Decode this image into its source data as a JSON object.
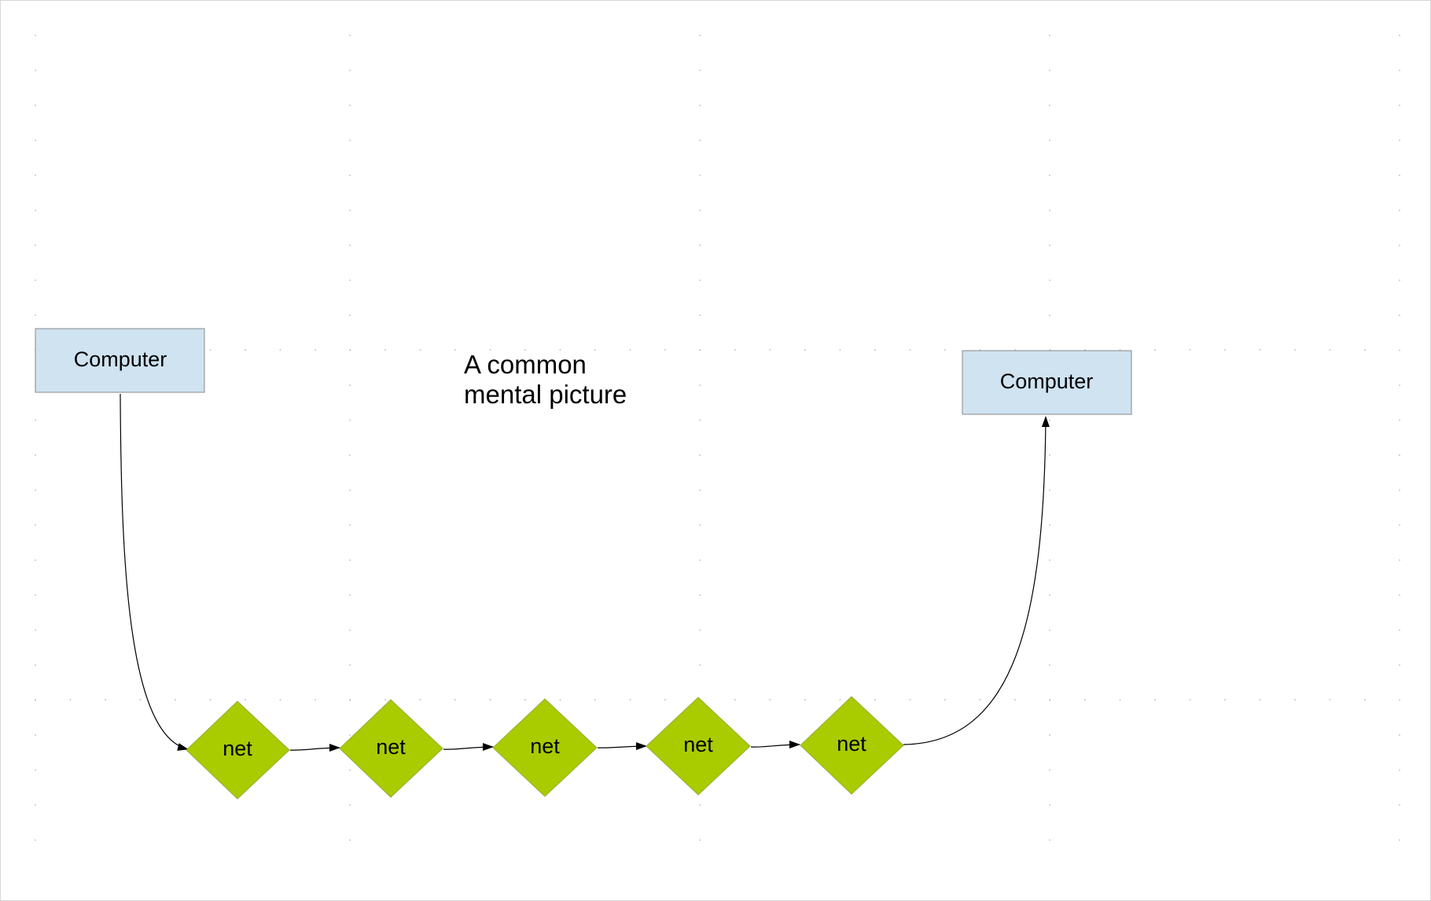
{
  "diagram": {
    "caption_lines": [
      "A common",
      "mental picture"
    ],
    "computer_left": {
      "label": "Computer"
    },
    "computer_right": {
      "label": "Computer"
    },
    "nets": [
      {
        "label": "net"
      },
      {
        "label": "net"
      },
      {
        "label": "net"
      },
      {
        "label": "net"
      },
      {
        "label": "net"
      }
    ],
    "colors": {
      "computer_fill": "#cfe3f1",
      "net_fill": "#a8cc00",
      "connector": "#000000",
      "grid_dot": "#c8c8c8"
    },
    "connections": [
      {
        "from": "computer-left",
        "to": "net-1"
      },
      {
        "from": "net-1",
        "to": "net-2"
      },
      {
        "from": "net-2",
        "to": "net-3"
      },
      {
        "from": "net-3",
        "to": "net-4"
      },
      {
        "from": "net-4",
        "to": "net-5"
      },
      {
        "from": "net-5",
        "to": "computer-right"
      }
    ]
  }
}
